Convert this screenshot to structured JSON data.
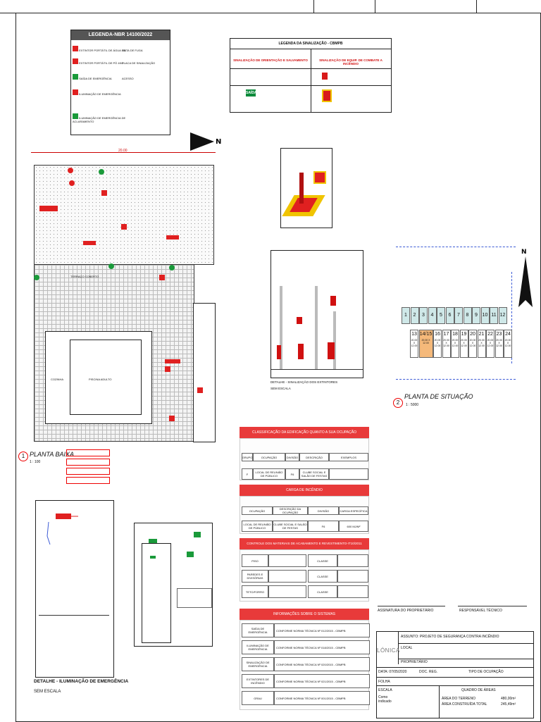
{
  "legend_nbr": {
    "title": "LEGENDA-NBR 14100/2022",
    "items": [
      "EXTINTOR PORTÁTIL DE ÁGUA 10L",
      "EXTINTOR PORTÁTIL DE PÓ 4KG",
      "SAÍDA DE EMERGÊNCIA",
      "ILUMINAÇÃO DE EMERGÊNCIA",
      "ROTA DE FUGA",
      "PLACA DE SINALIZAÇÃO",
      "ACESSO",
      "ILUMINAÇÃO DE EMERGÊNCIA DE ACLARAMENTO"
    ]
  },
  "legend_cbmpb": {
    "title": "LEGENDA DA SINALIZAÇÃO - CBMPB",
    "left_header": "SINALIZAÇÃO DE ORIENTAÇÃO E SALVAMENTO",
    "right_header": "SINALIZAÇÃO DE EQUIP. DE COMBATE A INCÊNDIO",
    "exit_label": "SAÍDA"
  },
  "plans": {
    "north": "N",
    "planta_baixa_num": "1",
    "planta_baixa_title": "PLANTA BAIXA",
    "planta_baixa_scale": "1 : 100",
    "planta_situacao_num": "2",
    "planta_situacao_title": "PLANTA DE SITUAÇÃO",
    "planta_situacao_scale": "1 : 5000",
    "dim_top": "20.00",
    "room_cozinha": "COZINHA",
    "room_piscina": "PISCINA ADULTO",
    "room_terraco": "TERRAÇO COBERTO"
  },
  "situacao": {
    "lots_top": [
      "1",
      "2",
      "3",
      "4",
      "5",
      "6",
      "7",
      "8",
      "9",
      "10",
      "11",
      "12"
    ],
    "lots_bottom": [
      "13",
      "14/15",
      "16",
      "17",
      "18",
      "19",
      "20",
      "21",
      "22",
      "23",
      "24"
    ],
    "lot_dim": "20.00",
    "lot_dim_x": "X",
    "lot_dim_y": "12.00"
  },
  "extintor_detail": {
    "title": "DETALHE - SINALIZAÇÃO DOS EXTINTORES",
    "subtitle": "SEM ESCALA"
  },
  "ilum_detail": {
    "title": "DETALHE - ILUMINAÇÃO DE EMERGÊNCIA",
    "subtitle": "SEM ESCALA"
  },
  "classificacao": {
    "header": "CLASSIFICAÇÃO DA EDIFICAÇÃO QUANTO A SUA OCUPAÇÃO",
    "cols": [
      "GRUPO",
      "OCUPAÇÃO",
      "DIVISÃO",
      "DESCRIÇÃO",
      "EXEMPLOS"
    ],
    "row": [
      "F",
      "LOCAL DE REUNIÃO DE PÚBLICO",
      "F6",
      "CLUBE SOCIAL E SALÃO DE FESTAS",
      ""
    ]
  },
  "carga": {
    "header": "CARGA DE INCÊNDIO",
    "cols": [
      "OCUPAÇÃO",
      "DESCRIÇÃO DA OCUPAÇÃO",
      "DIVISÃO",
      "CARGA ESPECÍFICA"
    ],
    "row": [
      "LOCAL DE REUNIÃO DE PÚBLICO",
      "CLUBE SOCIAL E SALÃO DE FESTAS",
      "F6",
      "600 MJ/M²"
    ]
  },
  "materiais": {
    "header": "CONTROLE DOS MATERIAIS DE ACABAMENTO E REVESTIMENTO-IT10/2011",
    "rows": [
      {
        "label": "PISO",
        "classe": "CLASSE"
      },
      {
        "label": "PAREDES E DIVISÓRIAS",
        "classe": "CLASSE"
      },
      {
        "label": "TETO/FORRO",
        "classe": "CLASSE"
      }
    ]
  },
  "sistemas": {
    "header": "INFORMAÇÕES SOBRE O SISTEMAS",
    "rows": [
      {
        "label": "SAÍDA DE EMERGÊNCIA",
        "value": "CONFORME NORMA TÉCNICA Nº 012/2015 - CBMPB"
      },
      {
        "label": "ILUMINAÇÃO DE EMERGÊNCIA",
        "value": "CONFORME NORMA TÉCNICA Nº 018/2015 - CBMPB"
      },
      {
        "label": "SINALIZAÇÃO DE EMERGÊNCIA",
        "value": "CONFORME NORMA TÉCNICA Nº 020/2015 - CBMPB"
      },
      {
        "label": "EXTINTORES DE INCÊNDIO",
        "value": "CONFORME NORMA TÉCNICA Nº 021/2015 - CBMPB"
      },
      {
        "label": "GRAU",
        "value": "CONFORME NORMA TÉCNICA Nº 001/2015 - CBMPB"
      }
    ]
  },
  "signatures": {
    "owner": "ASSINATURA DO PROPRIETÁRIO",
    "tech": "RESPONSÁVEL TÉCNICO"
  },
  "title_block": {
    "brand": "LÓNICA",
    "assunto": "ASSUNTO: PROJETO DE SEGURANÇA CONTRA INCÊNDIO",
    "local": "LOCAL",
    "proprietario": "PROPRIETÁRIO",
    "data": "DATA: 07/05/2020",
    "escala": "ESCALA",
    "escala_val": "Como indicado",
    "quadro": "QUADRO DE ÁREAS",
    "area_terreno": "ÁREA DO TERRENO",
    "area_terreno_val": "480,00m²",
    "area_construida": "ÁREA CONSTRUÍDA TOTAL",
    "area_construida_val": "245,49m²",
    "doc": "DOC. REG.",
    "tipo": "TIPO DE OCUPAÇÃO",
    "folha": "FOLHA"
  }
}
